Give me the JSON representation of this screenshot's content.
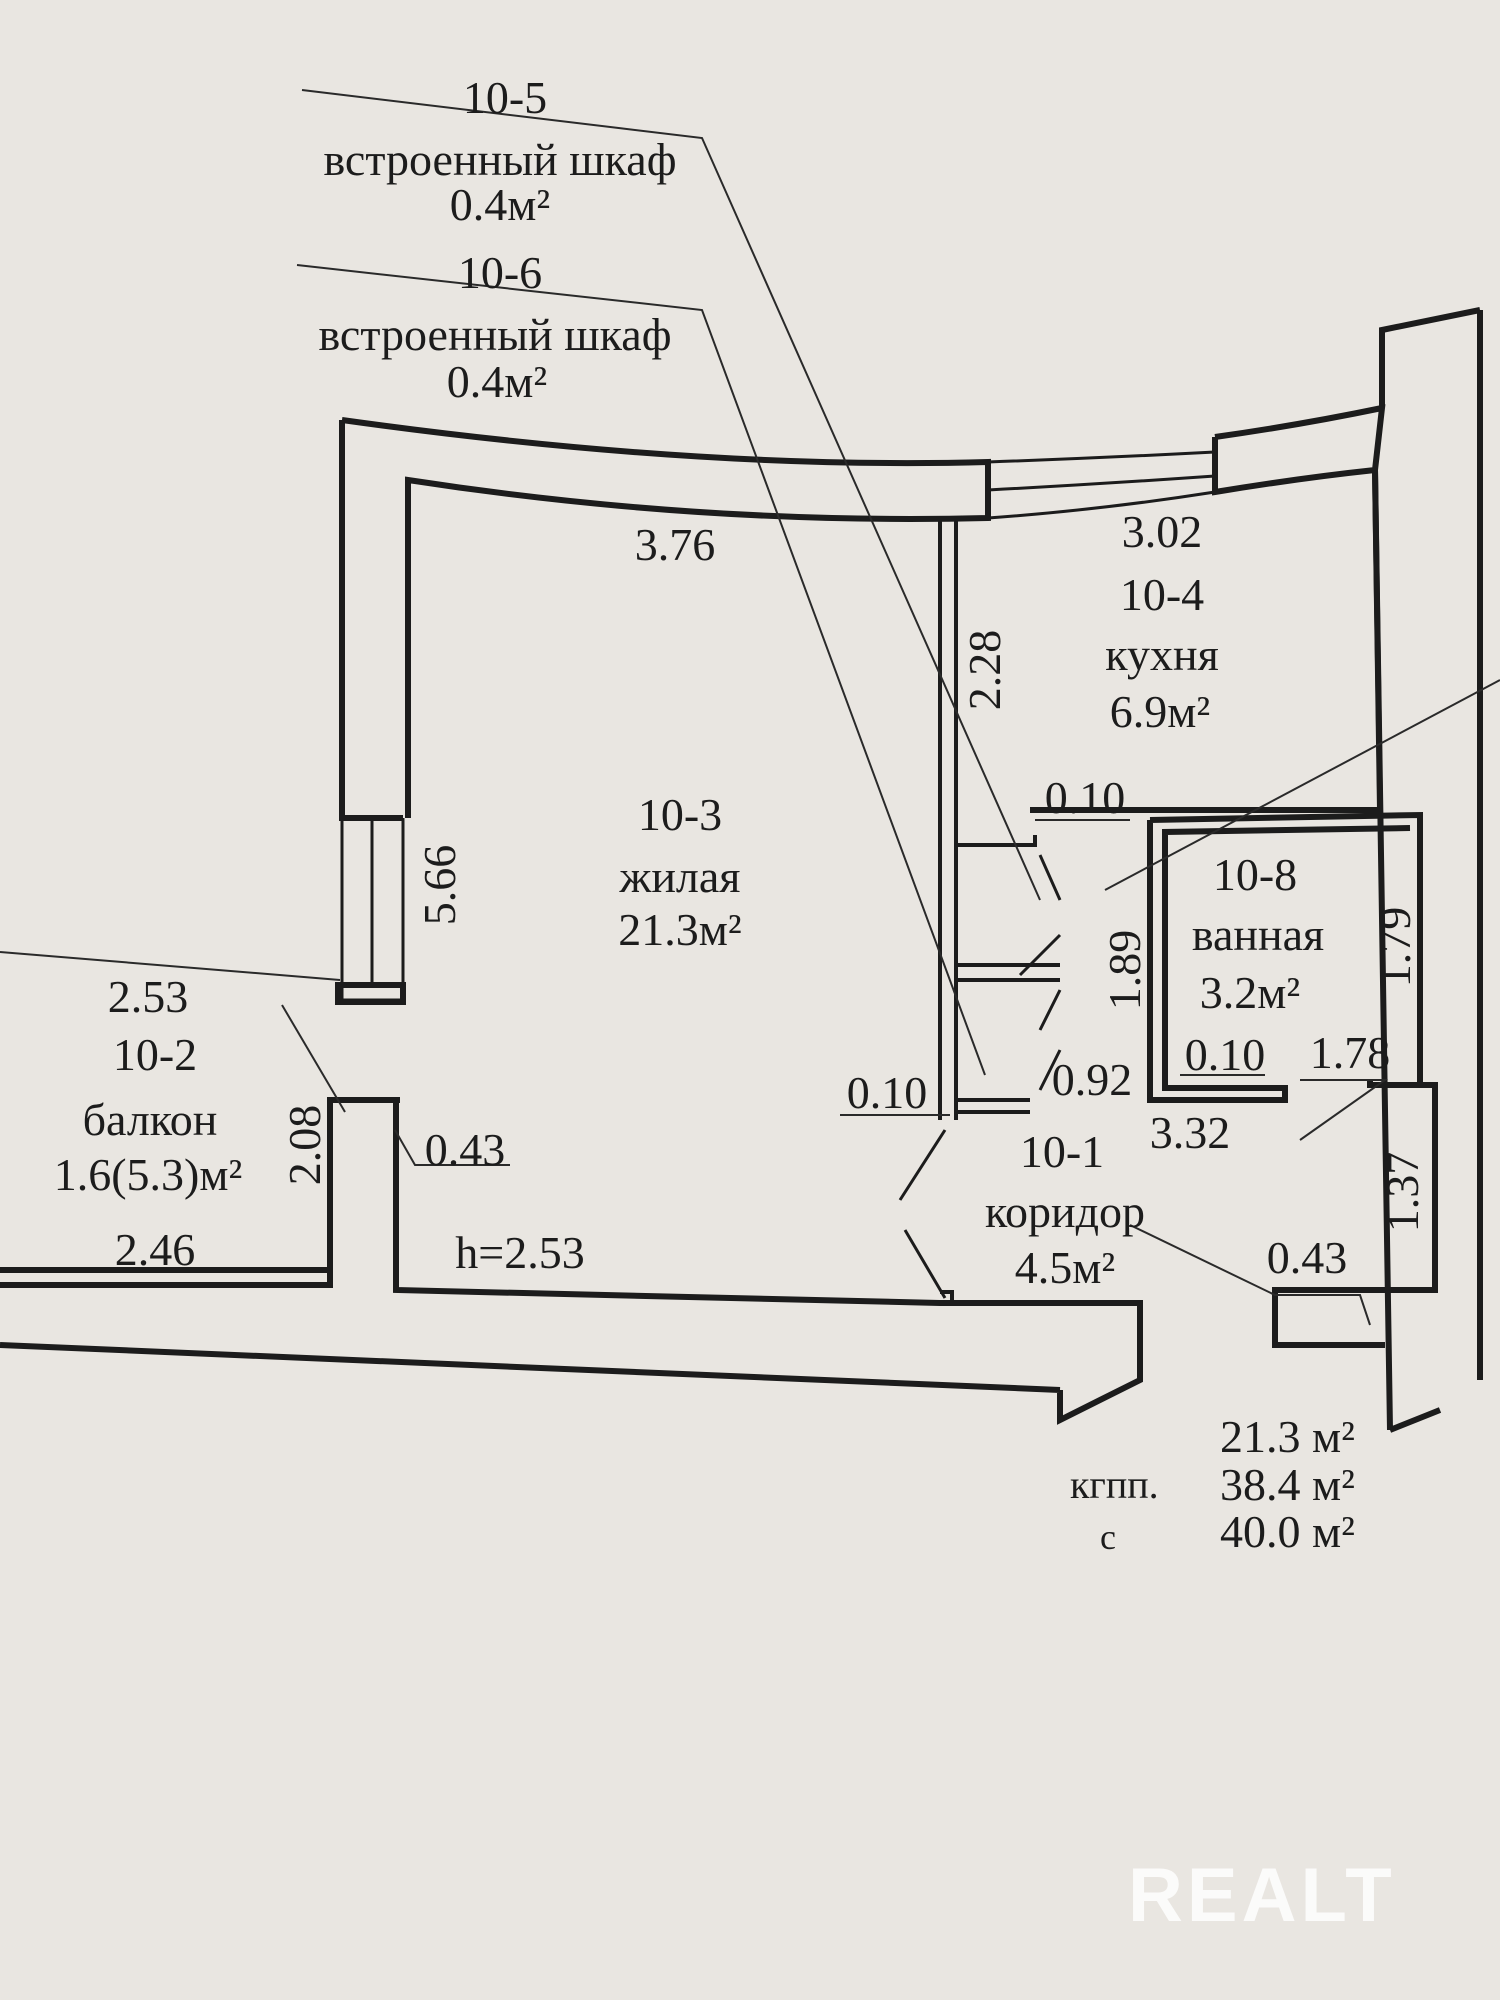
{
  "plan": {
    "rooms": {
      "r10_5": {
        "id": "10-5",
        "name": "встроенный шкаф",
        "area": "0.4м²"
      },
      "r10_6": {
        "id": "10-6",
        "name": "встроенный шкаф",
        "area": "0.4м²"
      },
      "r10_3": {
        "id": "10-3",
        "name": "жилая",
        "area": "21.3м²"
      },
      "r10_4": {
        "id": "10-4",
        "name": "кухня",
        "area": "6.9м²"
      },
      "r10_8": {
        "id": "10-8",
        "name": "ванная",
        "area": "3.2м²"
      },
      "r10_2": {
        "id": "10-2",
        "name": "балкон",
        "area": "1.6(5.3)м²"
      },
      "r10_1": {
        "id": "10-1",
        "name": "коридор",
        "area": "4.5м²"
      }
    },
    "dimensions": {
      "living_width": "3.76",
      "kitchen_width": "3.02",
      "kitchen_wall": "2.28",
      "living_height": "5.66",
      "balcony_width_top": "2.53",
      "balcony_width_bottom": "2.46",
      "balcony_depth": "2.08",
      "wall_043_left": "0.43",
      "ceiling_height": "h=2.53",
      "partition_010_top": "0.10",
      "partition_010_left": "0.10",
      "closet_092": "0.92",
      "corridor_189": "1.89",
      "bath_179": "1.79",
      "bath_010": "0.10",
      "bath_178": "1.78",
      "corridor_332": "3.32",
      "corridor_137": "1.37",
      "wall_043_right": "0.43"
    },
    "totals": {
      "prefix_line2": "кгпп.",
      "prefix_line3": "с",
      "line1": "21.3 м²",
      "line2": "38.4 м²",
      "line3": "40.0 м²"
    },
    "watermark": "REALT"
  }
}
